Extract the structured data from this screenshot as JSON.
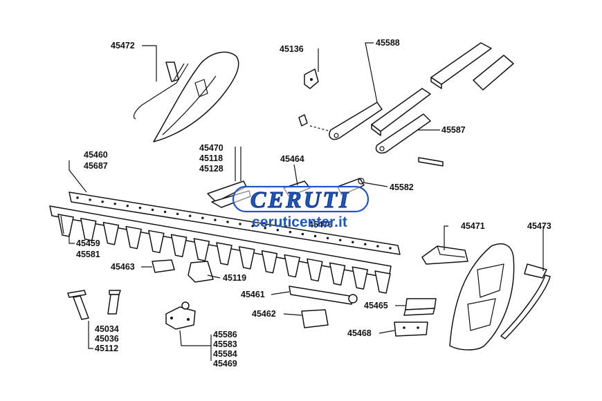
{
  "diagram": {
    "labels": {
      "p45472": "45472",
      "p45136": "45136",
      "p45588": "45588",
      "p45587": "45587",
      "p45460": "45460",
      "p45687": "45687",
      "p45470": "45470",
      "p45118": "45118",
      "p45128": "45128",
      "p45464": "45464",
      "p45582": "45582",
      "p45476": "45476",
      "p45471": "45471",
      "p45473": "45473",
      "p45459": "45459",
      "p45581": "45581",
      "p45463": "45463",
      "p45119": "45119",
      "p45461": "45461",
      "p45465": "45465",
      "p45462": "45462",
      "p45468": "45468",
      "p45034": "45034",
      "p45036": "45036",
      "p45112": "45112",
      "p45586": "45586",
      "p45583": "45583",
      "p45584": "45584",
      "p45469": "45469"
    },
    "colors": {
      "line": "#111111",
      "watermark_blue": "#1a56c4",
      "watermark_outline": "#0c2f7a"
    }
  },
  "watermark": {
    "brand": "CERUTI",
    "url": "ceruticenter.it"
  }
}
